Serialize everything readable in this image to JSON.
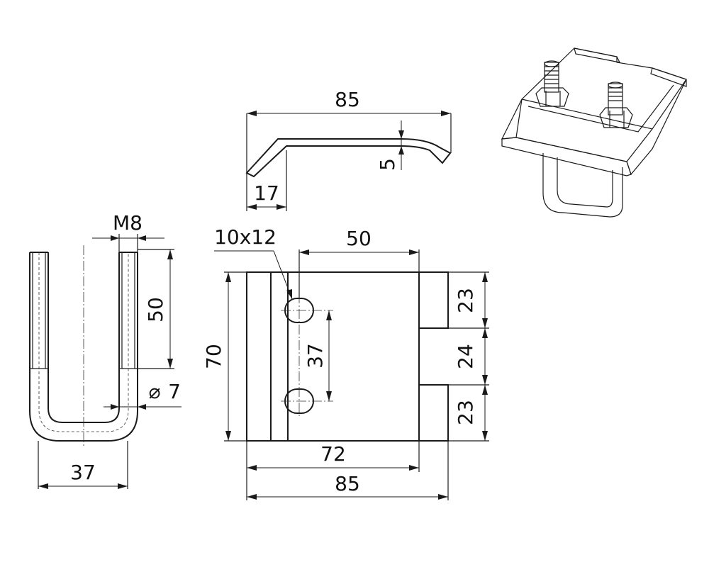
{
  "profile_view": {
    "width_label": "85",
    "height_label": "5",
    "flange_label": "17"
  },
  "ubolt_view": {
    "thread_label": "M8",
    "thread_length_label": "50",
    "rod_diameter_label": "7",
    "diameter_symbol": "⌀",
    "inner_width_label": "37"
  },
  "plate_view": {
    "slot_label": "10x12",
    "slot_offset_label": "50",
    "height_label": "70",
    "slot_spacing_label": "37",
    "tab_top_label": "23",
    "gap_label": "24",
    "tab_bottom_label": "23",
    "inner_width_label": "72",
    "total_width_label": "85"
  }
}
